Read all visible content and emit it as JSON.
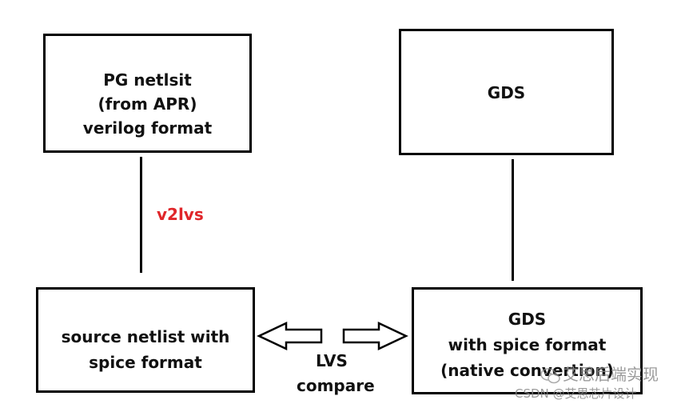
{
  "boxes": {
    "pg_netlist": {
      "line1": "PG  netlsit",
      "line2": "(from APR)",
      "line3": "verilog format"
    },
    "gds_top": {
      "label": "GDS"
    },
    "source_netlist": {
      "line1": "source netlist with",
      "line2": "spice format"
    },
    "gds_spice": {
      "line1": "GDS",
      "line2": "with spice format",
      "line3": "(native convertion)"
    }
  },
  "labels": {
    "conversion": "v2lvs",
    "compare_1": "LVS",
    "compare_2": "compare"
  },
  "watermark": {
    "line1": "艾思后端实现",
    "line2": "CSDN @艾思芯片设计",
    "icon": "wechat-icon"
  },
  "colors": {
    "conversion_label": "#e0262a",
    "stroke": "#000000"
  }
}
